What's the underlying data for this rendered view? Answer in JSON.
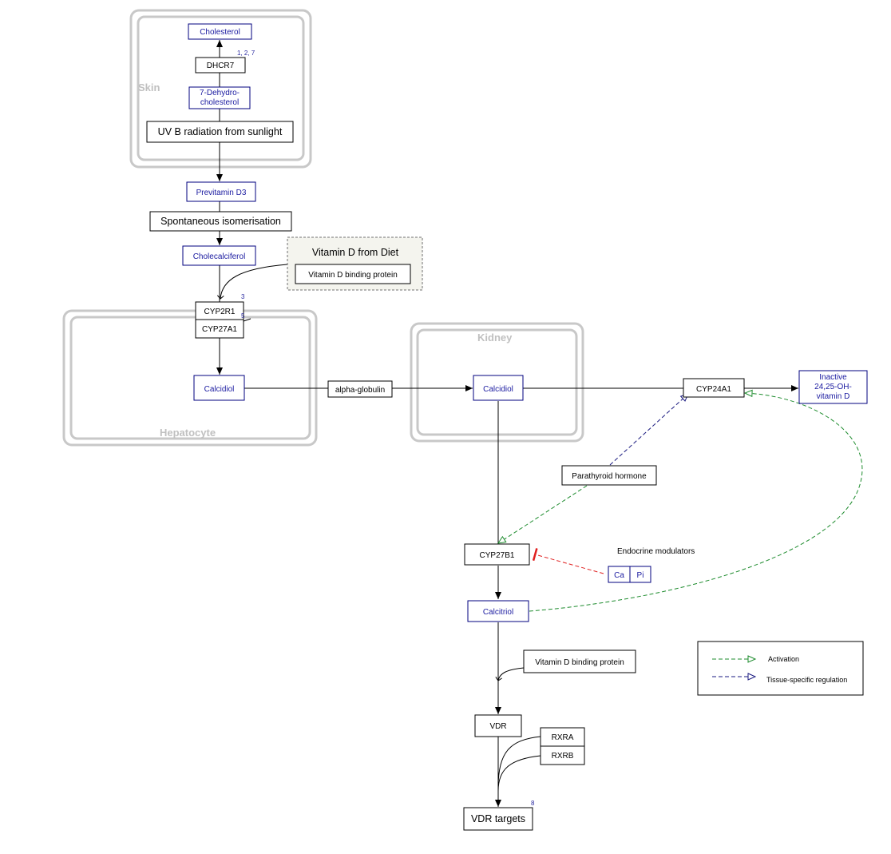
{
  "compartments": {
    "skin": "Skin",
    "hepatocyte": "Hepatocyte",
    "kidney": "Kidney"
  },
  "nodes": {
    "cholesterol": "Cholesterol",
    "dhcr7": "DHCR7",
    "dehydrocholesterol_line1": "7-Dehydro-",
    "dehydrocholesterol_line2": "cholesterol",
    "uvb": "UV B radiation from sunlight",
    "previtamin_d3": "Previtamin D3",
    "isomerisation": "Spontaneous isomerisation",
    "cholecalciferol": "Cholecalciferol",
    "diet_group": "Vitamin D from Diet",
    "vdbp_diet": "Vitamin D binding protein",
    "cyp2r1": "CYP2R1",
    "cyp27a1": "CYP27A1",
    "calcidiol_liver": "Calcidiol",
    "alpha_globulin": "alpha-globulin",
    "calcidiol_kidney": "Calcidiol",
    "cyp24a1": "CYP24A1",
    "inactive_line1": "Inactive",
    "inactive_line2": "24,25-OH-",
    "inactive_line3": "vitamin D",
    "pth": "Parathyroid hormone",
    "cyp27b1": "CYP27B1",
    "endocrine_modulators": "Endocrine modulators",
    "ca": "Ca",
    "pi": "Pi",
    "calcitriol": "Calcitriol",
    "vdbp_blood": "Vitamin D binding protein",
    "vdr": "VDR",
    "rxra": "RXRA",
    "rxrb": "RXRB",
    "vdr_targets": "VDR targets"
  },
  "references": {
    "dhcr7": "1, 2, 7",
    "cyp2r1": "3",
    "cyp27a1": "5",
    "vdr_targets": "8"
  },
  "legend": {
    "activation": "Activation",
    "tissue_specific": "Tissue-specific regulation"
  },
  "colors": {
    "metabolite": "#1a1aa0",
    "activation": "#1e8c2e",
    "tissue_specific": "#1a1a80",
    "inhibition": "#e02020",
    "compartment": "#c8c8c8"
  }
}
